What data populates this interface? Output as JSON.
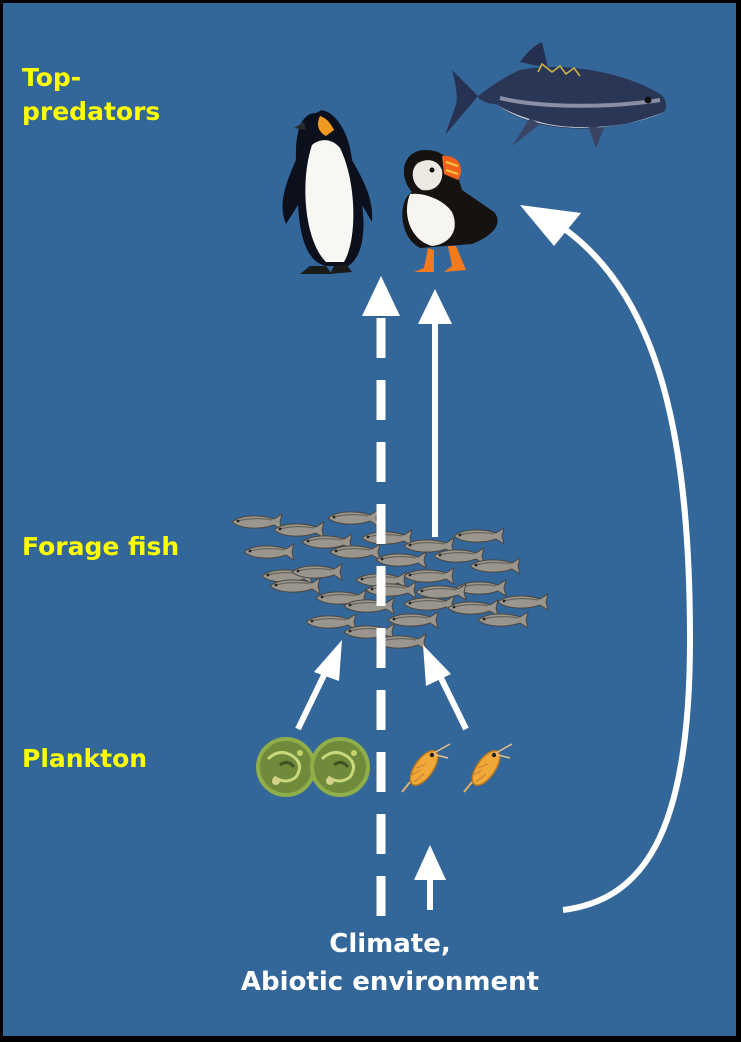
{
  "labels": {
    "top_predators_line1": "Top-",
    "top_predators_line2": "predators",
    "forage_fish": "Forage fish",
    "plankton": "Plankton"
  },
  "caption": {
    "line1": "Climate,",
    "line2": "Abiotic environment"
  },
  "icons": {
    "predators": [
      "penguin-icon",
      "puffin-icon",
      "tuna-icon"
    ],
    "forage": "fish-school-icon",
    "plankton": [
      "phytoplankton-icon",
      "zooplankton-icon"
    ]
  },
  "colors": {
    "background": "#336699",
    "border": "#000000",
    "label": "#ffff00",
    "arrow": "#ffffff"
  }
}
